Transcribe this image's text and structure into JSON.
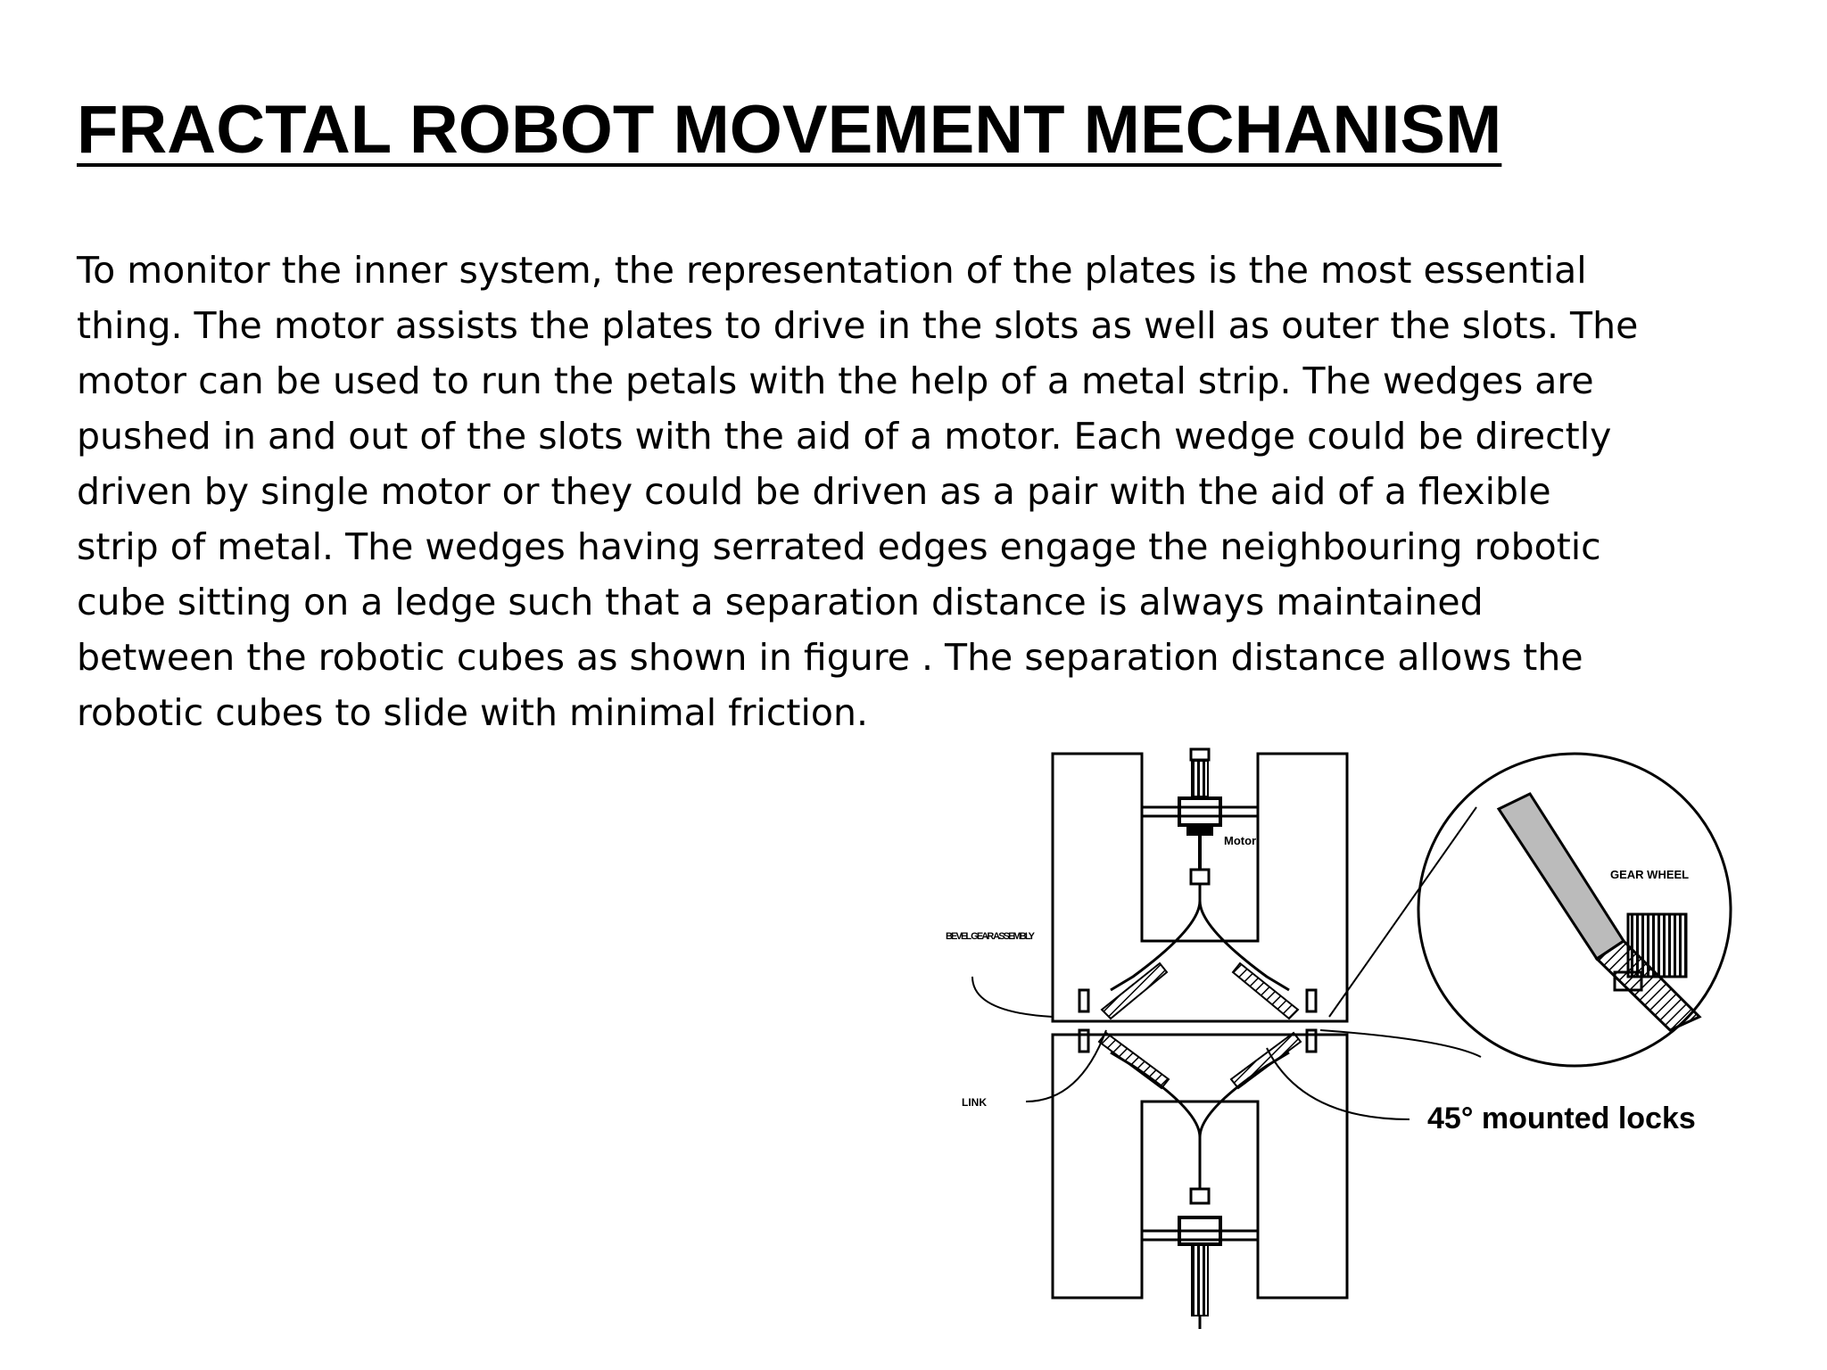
{
  "slide": {
    "title": "FRACTAL ROBOT MOVEMENT MECHANISM",
    "body_lines": [
      "To monitor the inner system, the representation of the plates is the most essential",
      "thing. The motor assists the plates to drive in the slots as well as outer the slots. The",
      "motor can be used to run the petals with the help of a metal strip. The wedges are",
      "pushed in and out of the slots with the aid of a motor. Each wedge could be directly",
      "driven by single motor or they could be driven as a pair with the aid of a flexible",
      "strip of metal. The wedges having serrated edges engage the neighbouring robotic",
      "cube sitting on a ledge such that a separation distance is always maintained",
      "between the robotic cubes as shown in figure . The separation distance allows the",
      "robotic cubes to slide with minimal friction."
    ]
  },
  "figure": {
    "label_gear_wheel": "GEAR WHEEL",
    "label_mounted_locks": "45° mounted locks",
    "label_motor": "Motor",
    "label_bevel_gear": "BEVEL GEAR ASSEMBLY",
    "label_link": "LINK"
  }
}
